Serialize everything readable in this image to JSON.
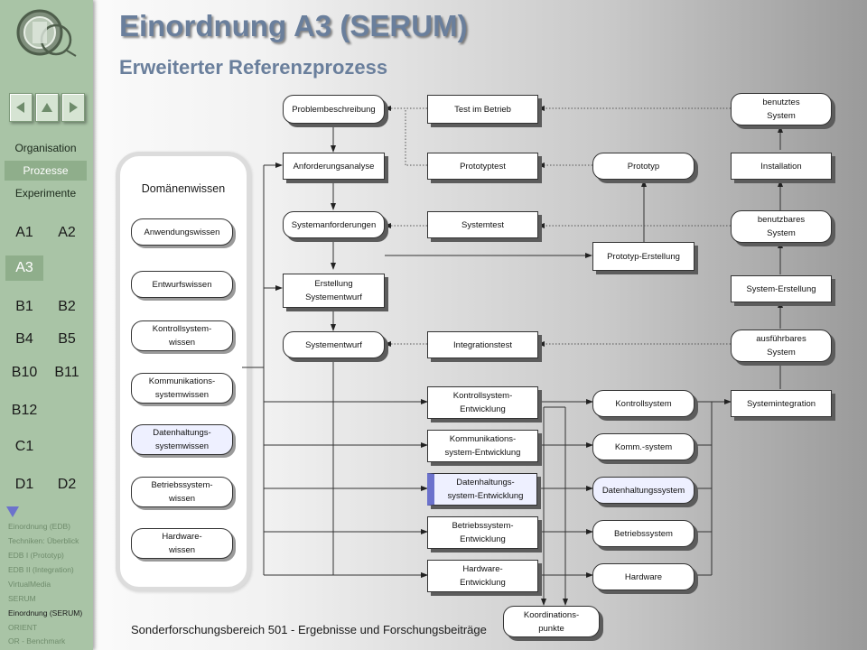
{
  "header": {
    "title": "Einordnung A3 (SERUM)",
    "subtitle": "Erweiterter Referenzprozess"
  },
  "footer": {
    "text": "Sonderforschungsbereich 501 - Ergebnisse und Forschungsbeiträge"
  },
  "sidebar": {
    "sections": [
      "Organisation",
      "Prozesse",
      "Experimente"
    ],
    "active_section": "Prozesse",
    "projects": [
      "A1",
      "A2",
      "A3",
      "B1",
      "B2",
      "B4",
      "B5",
      "B10",
      "B11",
      "B12",
      "C1",
      "D1",
      "D2"
    ],
    "active_project": "A3",
    "sublinks": [
      "Einordnung (EDB)",
      "Techniken: Überblick",
      "EDB I (Prototyp)",
      "EDB II (Integration)",
      "VirtualMedia",
      "SERUM",
      "Einordnung (SERUM)",
      "ORIENT",
      "OR - Benchmark"
    ],
    "current_sublink": "Einordnung (SERUM)",
    "colors": {
      "background": "#a9c4a6",
      "active": "#8fae8b"
    }
  },
  "diagram": {
    "domain_title": "Domänenwissen",
    "domain_items": [
      "Anwendungswissen",
      "Entwurfswissen",
      "Kontrollsystem-\nwissen",
      "Kommunikations-\nsystemwissen",
      "Datenhaltungs-\nsystemwissen",
      "Betriebssystem-\nwissen",
      "Hardware-\nwissen"
    ],
    "process": {
      "problembeschreibung": "Problembeschreibung",
      "anforderungsanalyse": "Anforderungsanalyse",
      "systemanforderungen": "Systemanforderungen",
      "erstellung_systementwurf": "Erstellung\nSystementwurf",
      "systementwurf": "Systementwurf",
      "test_im_betrieb": "Test im Betrieb",
      "prototyptest": "Prototyptest",
      "systemtest": "Systemtest",
      "integrationstest": "Integrationstest",
      "prototyp": "Prototyp",
      "prototyp_erstellung": "Prototyp-Erstellung",
      "benutztes_system": "benutztes\nSystem",
      "installation": "Installation",
      "benutzbares_system": "benutzbares\nSystem",
      "system_erstellung": "System-Erstellung",
      "ausfuehrbares_system": "ausführbares\nSystem",
      "systemintegration": "Systemintegration",
      "kontrollsystem_entwicklung": "Kontrollsystem-\nEntwicklung",
      "kommunikationssystem_entwicklung": "Kommunikations-\nsystem-Entwicklung",
      "datenhaltungssystem_entwicklung": "Datenhaltungs-\nsystem-Entwicklung",
      "betriebssystem_entwicklung": "Betriebssystem-\nEntwicklung",
      "hardware_entwicklung": "Hardware-\nEntwicklung",
      "kontrollsystem": "Kontrollsystem",
      "komm_system": "Komm.-system",
      "datenhaltungssystem": "Datenhaltungssystem",
      "betriebssystem": "Betriebssystem",
      "hardware": "Hardware",
      "koordinationspunkte": "Koordinations-\npunkte"
    },
    "colors": {
      "highlight_fill": "#eef0ff",
      "highlight_bar": "#6c72cc",
      "title": "#6a7f9c"
    }
  }
}
